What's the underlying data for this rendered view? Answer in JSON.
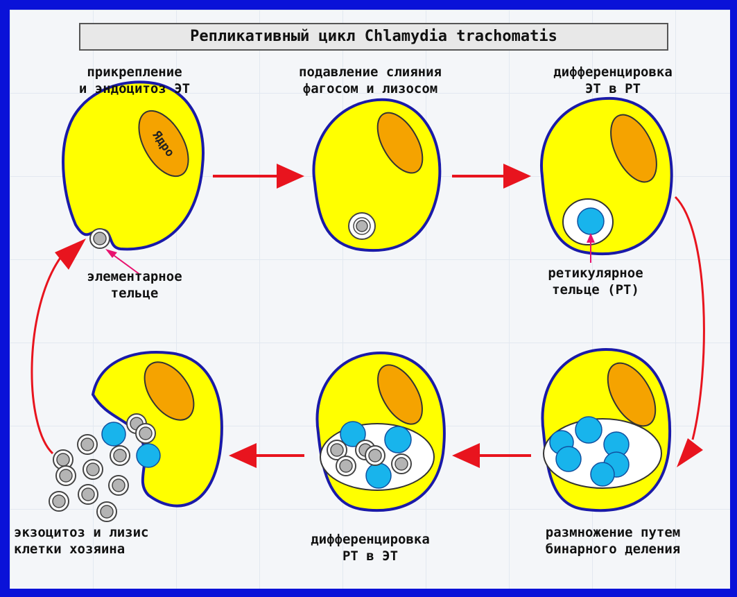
{
  "title": "Репликативный цикл Chlamydia trachomatis",
  "stages": [
    {
      "line1": "прикрепление",
      "line2": "и эндоцитоз ЭТ"
    },
    {
      "line1": "подавление слияния",
      "line2": "фагосом и лизосом"
    },
    {
      "line1": "дифференцировка",
      "line2": "ЭТ в РТ"
    },
    {
      "line1": "размножение путем",
      "line2": "бинарного деления"
    },
    {
      "line1": "дифференцировка",
      "line2": "РТ в ЭТ"
    },
    {
      "line1": "экзоцитоз и лизис",
      "line2": "клетки хозяина"
    }
  ],
  "nucleus_label": "Ядро",
  "callouts": {
    "elementary_body": {
      "line1": "элементарное",
      "line2": "тельце"
    },
    "reticulate_body": {
      "line1": "ретикулярное",
      "line2": "тельце (РТ)"
    }
  },
  "colors": {
    "frame": "#0a12d8",
    "cell_fill": "#ffff00",
    "cell_outline": "#1a1aa8",
    "nucleus": "#f5a300",
    "reticulate_body": "#18b4ec",
    "elementary_body": "#b4b4b4",
    "arrow": "#e8141e",
    "callout_arrow": "#e8126e"
  }
}
